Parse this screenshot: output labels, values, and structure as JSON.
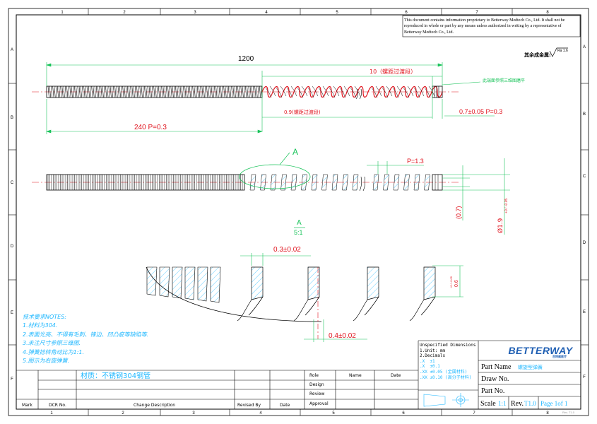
{
  "border": {
    "col_numbers": [
      "1",
      "2",
      "3",
      "4",
      "5",
      "6",
      "7",
      "8"
    ],
    "row_letters": [
      "A",
      "B",
      "C",
      "D",
      "E",
      "F"
    ]
  },
  "notice": "This document contains information proprietary to Betterway Medtech Co., Ltd. It shall not be reproduced in whole or part by any means unless authorized in writing by a representative of Betterway Medtech Co., Ltd.",
  "surface_note": "其余成金属:",
  "surface_symbol": "Ra 1.6",
  "view1": {
    "overall_length": "1200",
    "transition_length": "10（螺距过渡段）",
    "transition_short": "0.9(螺距过渡段)",
    "tight_section": "240  P=0.3",
    "end_note": "此端面参照三维图磨平",
    "wire": "0.7±0.05  P=0.3"
  },
  "view2": {
    "detail_label": "A",
    "pitch": "P=1.3",
    "inner_dim": "(0.7)",
    "outer_dim": "Ø1.9",
    "outer_tol": "+0 / -0.05"
  },
  "detail": {
    "title": "A",
    "scale": "5:1",
    "gap_top": "0.3±0.02",
    "gap_bottom": "0.4±0.02",
    "height": "0.6",
    "height_tol": "+0 / -0.05"
  },
  "tech_notes": {
    "title": "技术要求NOTES:",
    "items": [
      "1.材料为304.",
      "2.表面光亮、不得有毛刺、锋边、凹凸疵等缺陷等.",
      "3.未注尺寸参照三维图.",
      "4.弹簧捻转角动比为1:1.",
      "5.图示为右旋弹簧."
    ]
  },
  "material": "材质：不锈钢304钢管",
  "revision_table": {
    "headers": [
      "Mark",
      "DCR No.",
      "Change Description",
      "Revised By",
      "Date"
    ]
  },
  "approval": {
    "rows": [
      "Role",
      "Design",
      "Review",
      "Approval"
    ],
    "headers": [
      "Name",
      "Date"
    ]
  },
  "unspecified": {
    "lines": [
      "Unspecified Dimensions",
      "1.Unit: mm",
      "2.Decimals"
    ],
    "tolerances": [
      ".X  ±1",
      ".X  ±0.1",
      ".XX ±0.05 (金属材料)",
      ".XX ±0.10 (高分子材料)"
    ]
  },
  "logo": {
    "name": "BETTERWAY",
    "sub": "百特威医疗"
  },
  "title_block": {
    "part_name_label": "Part Name",
    "part_name_value": "螺旋型弹簧",
    "draw_no_label": "Draw No.",
    "part_no_label": "Part No.",
    "scale_label": "Scale",
    "scale_value": "1:1",
    "rev_label": "Rev.",
    "rev_value": "T1.0",
    "page": "Page 1of 1",
    "rev_small": "Rev. T1.0"
  },
  "colors": {
    "hatch": "#22b8ff",
    "dim": "#e0141e",
    "leader": "#19c35a",
    "line": "#000000"
  }
}
